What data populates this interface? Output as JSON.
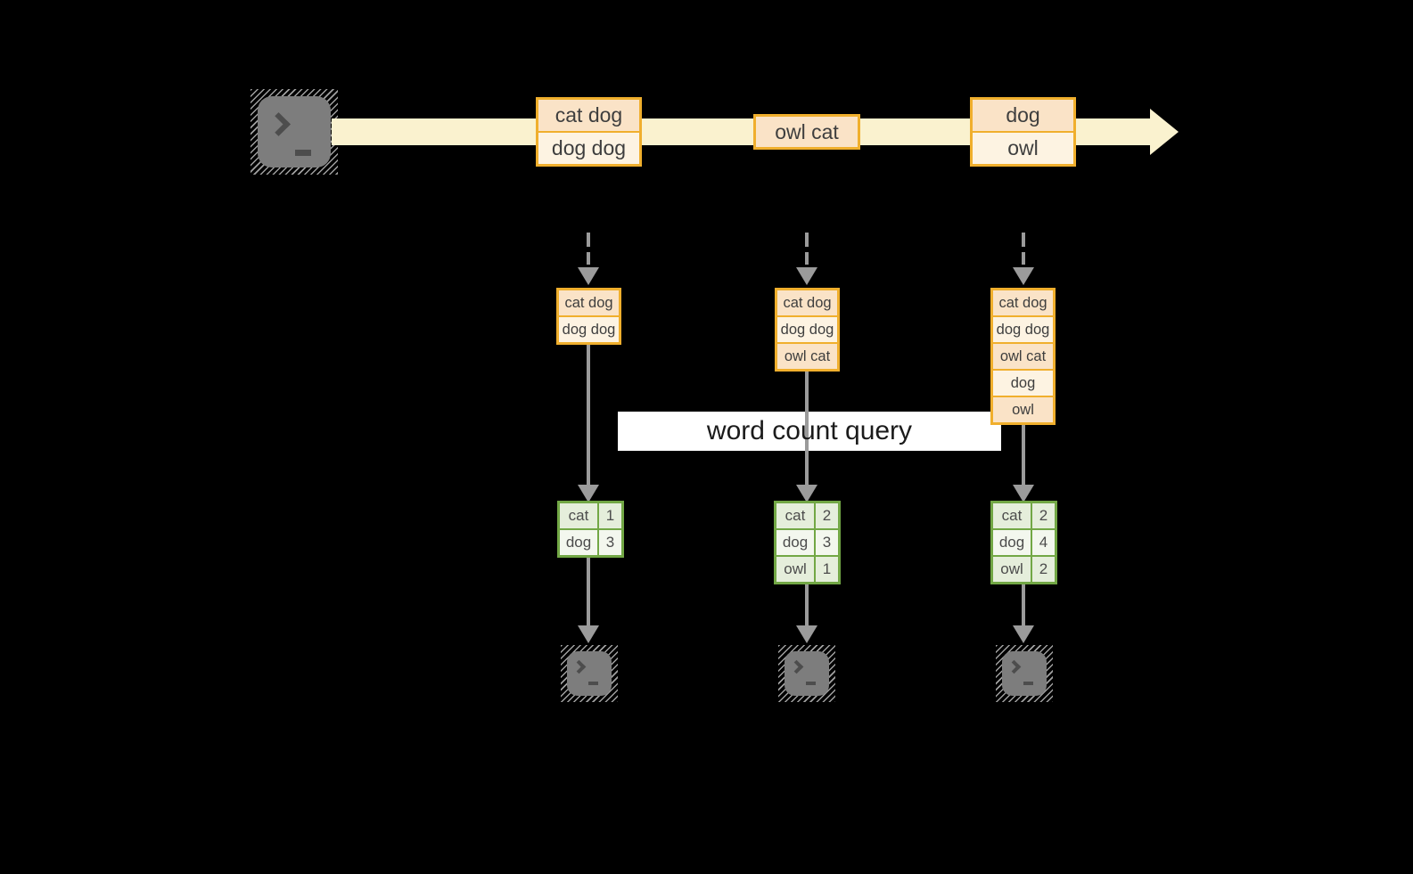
{
  "diagram": {
    "title_hint": "streaming word count",
    "query_label": "word count query",
    "stream": {
      "events": [
        {
          "rows": [
            "cat dog",
            "dog dog"
          ]
        },
        {
          "rows": [
            "owl cat"
          ]
        },
        {
          "rows": [
            "dog",
            "owl"
          ]
        }
      ]
    },
    "buffers": [
      {
        "rows": [
          "cat dog",
          "dog dog"
        ]
      },
      {
        "rows": [
          "cat dog",
          "dog dog",
          "owl cat"
        ]
      },
      {
        "rows": [
          "cat dog",
          "dog dog",
          "owl cat",
          "dog",
          "owl"
        ]
      }
    ],
    "result_tables": [
      {
        "rows": [
          {
            "word": "cat",
            "count": "1"
          },
          {
            "word": "dog",
            "count": "3"
          }
        ]
      },
      {
        "rows": [
          {
            "word": "cat",
            "count": "2"
          },
          {
            "word": "dog",
            "count": "3"
          },
          {
            "word": "owl",
            "count": "1"
          }
        ]
      },
      {
        "rows": [
          {
            "word": "cat",
            "count": "2"
          },
          {
            "word": "dog",
            "count": "4"
          },
          {
            "word": "owl",
            "count": "2"
          }
        ]
      }
    ],
    "icons": {
      "source": "terminal-icon",
      "sinks": [
        "terminal-icon",
        "terminal-icon",
        "terminal-icon"
      ]
    },
    "colors": {
      "background": "#000000",
      "stream_band": "#FAF2CF",
      "box_border": "#F0AF2D",
      "box_fill_peach": "#FAE3C7",
      "box_fill_cream": "#FDF3E2",
      "table_border": "#72A745",
      "table_fill_dark": "#E5EEDB",
      "table_fill_light": "#F3F7EE",
      "arrow_gray": "#9B9B9B",
      "terminal_gray": "#7D7D7D",
      "query_band": "#FFFFFF"
    }
  }
}
